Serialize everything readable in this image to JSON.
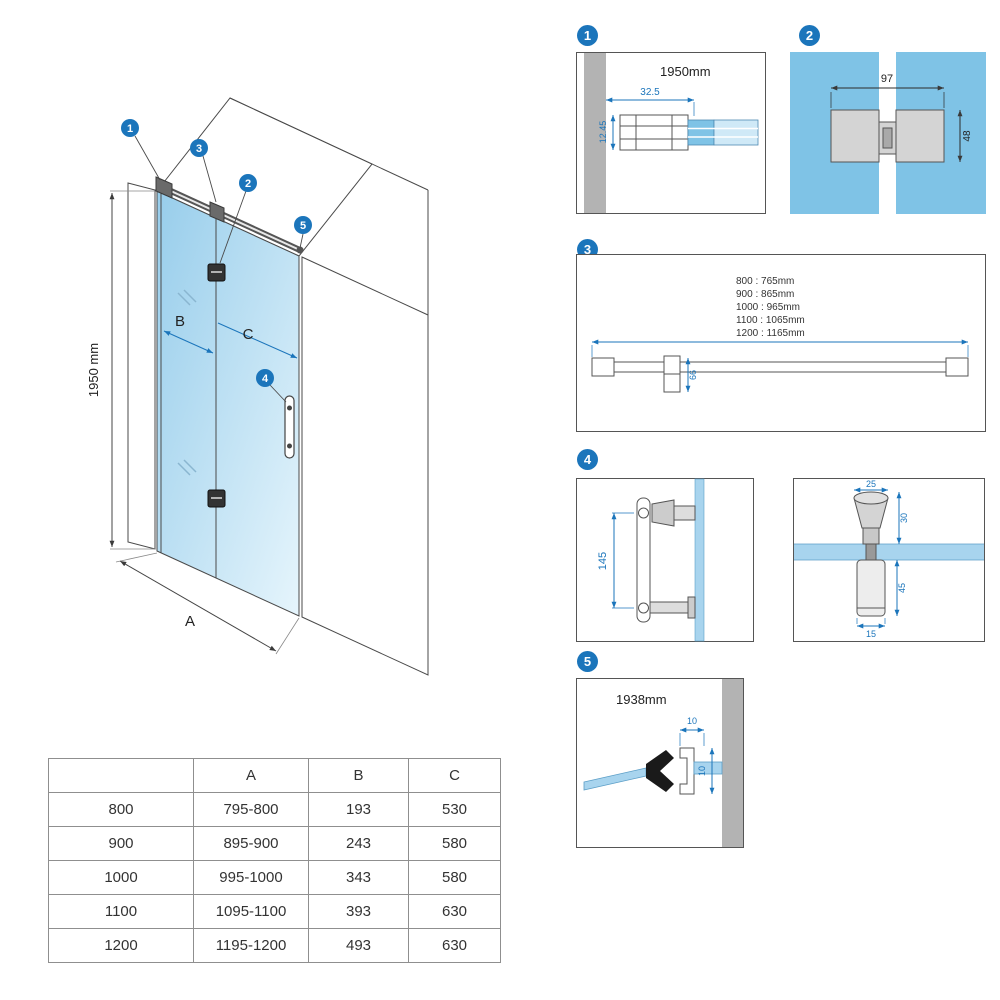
{
  "colors": {
    "accent_blue": "#1b75bb",
    "glass_blue": "#a8d4ee",
    "panel_blue": "#7fc3e6",
    "wall_gray": "#b3b3b3",
    "line_dark": "#4a4a4a"
  },
  "main_drawing": {
    "height_dim": "1950 mm",
    "dim_a": "A",
    "dim_b": "B",
    "dim_c": "C",
    "callouts": {
      "c1": "1",
      "c2": "2",
      "c3": "3",
      "c4": "4",
      "c5": "5"
    }
  },
  "details": {
    "d1": {
      "number": "1",
      "title": "1950mm",
      "dim_width": "32.5",
      "dim_height": "12.45"
    },
    "d2": {
      "number": "2",
      "dim_width": "97",
      "dim_height": "48"
    },
    "d3": {
      "number": "3",
      "sizes": [
        "800 : 765mm",
        "900 : 865mm",
        "1000 : 965mm",
        "1100 : 1065mm",
        "1200 : 1165mm"
      ],
      "dim_bracket": "66"
    },
    "d4": {
      "number": "4",
      "dim_length": "145",
      "dim_knob_w": "25",
      "dim_knob_h": "30",
      "dim_grip_h": "45",
      "dim_grip_w": "15"
    },
    "d5": {
      "number": "5",
      "title": "1938mm",
      "dim_gap": "10",
      "dim_thickness": "10"
    }
  },
  "table": {
    "headers": [
      "",
      "A",
      "B",
      "C"
    ],
    "rows": [
      [
        "800",
        "795-800",
        "193",
        "530"
      ],
      [
        "900",
        "895-900",
        "243",
        "580"
      ],
      [
        "1000",
        "995-1000",
        "343",
        "580"
      ],
      [
        "1100",
        "1095-1100",
        "393",
        "630"
      ],
      [
        "1200",
        "1195-1200",
        "493",
        "630"
      ]
    ]
  }
}
